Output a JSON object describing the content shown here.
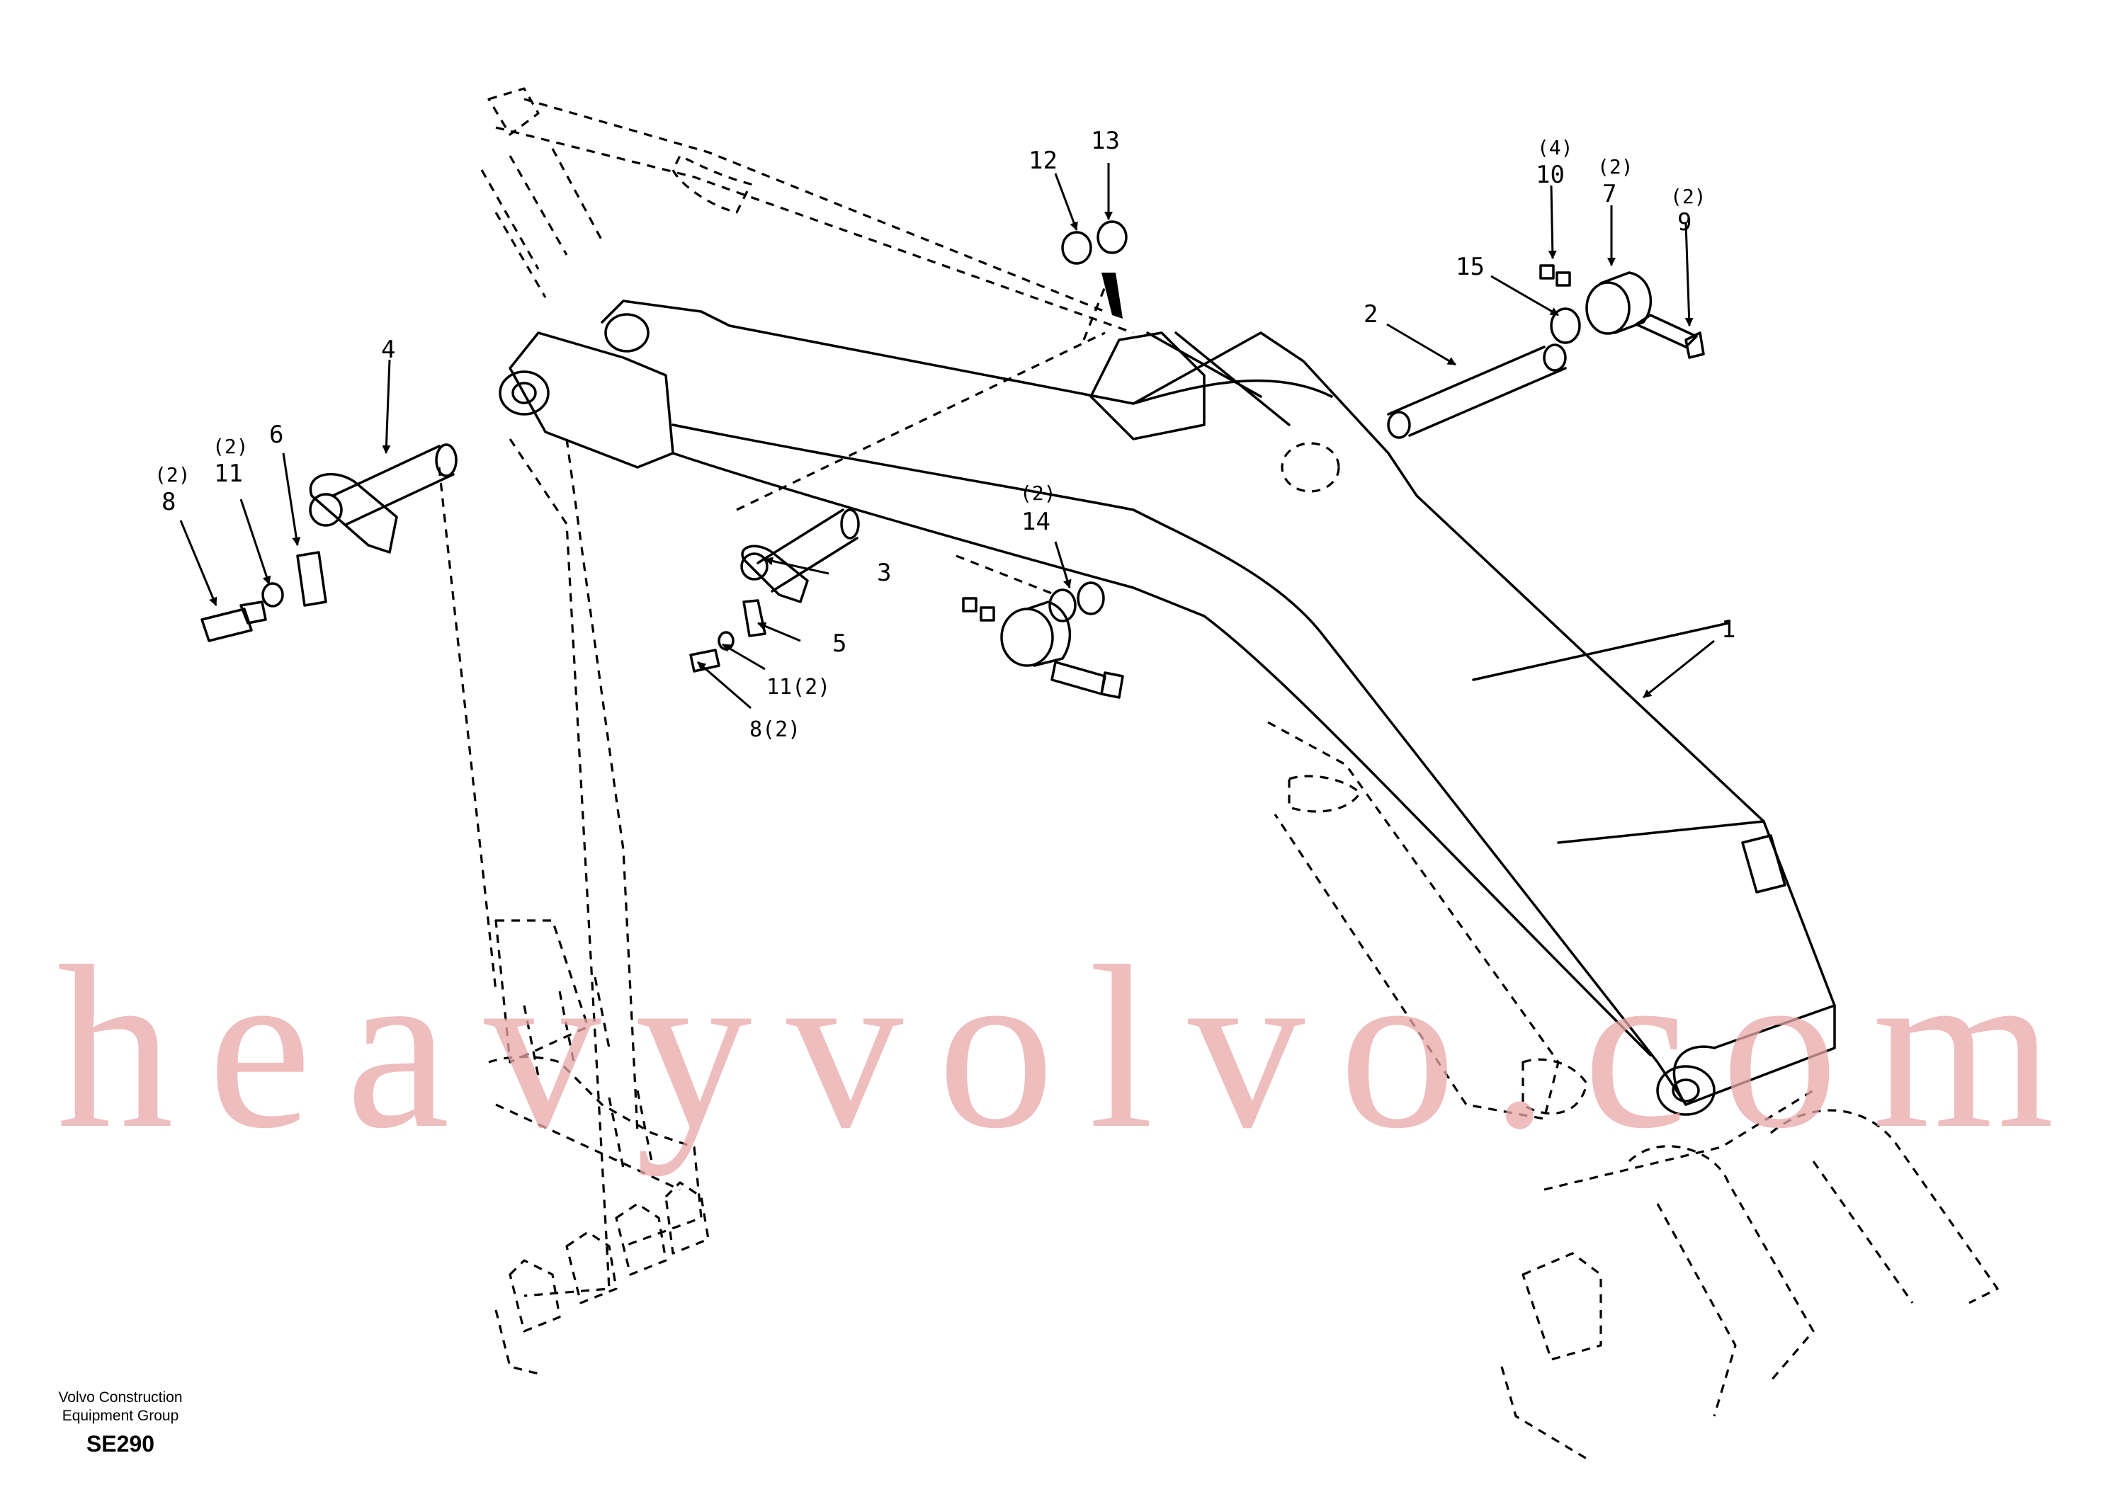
{
  "watermark": "heavyvolvo.com",
  "footer": {
    "company_line1": "Volvo Construction",
    "company_line2": "Equipment Group",
    "code": "SE290"
  },
  "callouts": {
    "c1": {
      "num": "1",
      "qty": ""
    },
    "c2": {
      "num": "2",
      "qty": ""
    },
    "c3": {
      "num": "3",
      "qty": ""
    },
    "c4": {
      "num": "4",
      "qty": ""
    },
    "c5": {
      "num": "5",
      "qty": ""
    },
    "c6": {
      "num": "6",
      "qty": ""
    },
    "c7": {
      "num": "7",
      "qty": "(2)"
    },
    "c8": {
      "num": "8",
      "qty": "(2)"
    },
    "c8b": {
      "num": "8(2)",
      "qty": ""
    },
    "c9": {
      "num": "9",
      "qty": "(2)"
    },
    "c10": {
      "num": "10",
      "qty": "(4)"
    },
    "c11": {
      "num": "11",
      "qty": "(2)"
    },
    "c11b": {
      "num": "11(2)",
      "qty": ""
    },
    "c12": {
      "num": "12",
      "qty": ""
    },
    "c13": {
      "num": "13",
      "qty": ""
    },
    "c14": {
      "num": "14",
      "qty": "(2)"
    },
    "c15": {
      "num": "15",
      "qty": ""
    }
  }
}
